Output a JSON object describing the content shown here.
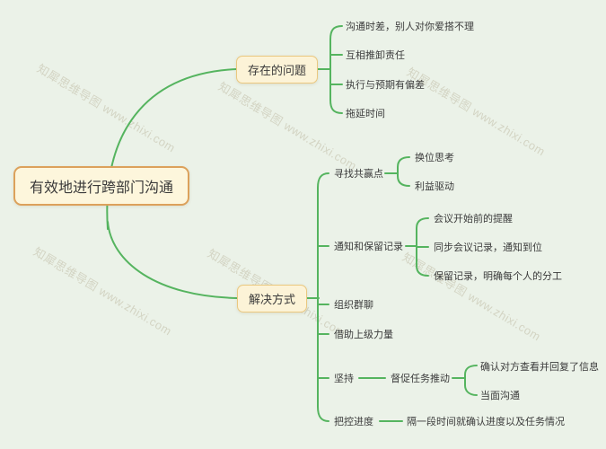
{
  "watermark": {
    "text": "知犀思维导图 www.zhixi.com"
  },
  "colors": {
    "background": "#ebf2e8",
    "line": "#55b45f",
    "root_fill": "#fdf6dc",
    "root_border": "#dca15b",
    "branch_fill": "#fcf3d7",
    "branch_border": "#eac87f",
    "text": "#3b3b3b"
  },
  "mindmap": {
    "root": {
      "label": "有效地进行跨部门沟通"
    },
    "branches": [
      {
        "label": "存在的问题",
        "children": [
          {
            "label": "沟通时差，别人对你爱搭不理"
          },
          {
            "label": "互相推卸责任"
          },
          {
            "label": "执行与预期有偏差"
          },
          {
            "label": "拖延时间"
          }
        ]
      },
      {
        "label": "解决方式",
        "children": [
          {
            "label": "寻找共赢点",
            "children": [
              {
                "label": "换位思考"
              },
              {
                "label": "利益驱动"
              }
            ]
          },
          {
            "label": "通知和保留记录",
            "children": [
              {
                "label": "会议开始前的提醒"
              },
              {
                "label": "同步会议记录，通知到位"
              },
              {
                "label": "保留记录，明确每个人的分工"
              }
            ]
          },
          {
            "label": "组织群聊"
          },
          {
            "label": "借助上级力量"
          },
          {
            "label": "坚持",
            "children": [
              {
                "label": "督促任务推动",
                "children": [
                  {
                    "label": "确认对方查看并回复了信息"
                  },
                  {
                    "label": "当面沟通"
                  }
                ]
              }
            ]
          },
          {
            "label": "把控进度",
            "children": [
              {
                "label": "隔一段时间就确认进度以及任务情况"
              }
            ]
          }
        ]
      }
    ]
  }
}
